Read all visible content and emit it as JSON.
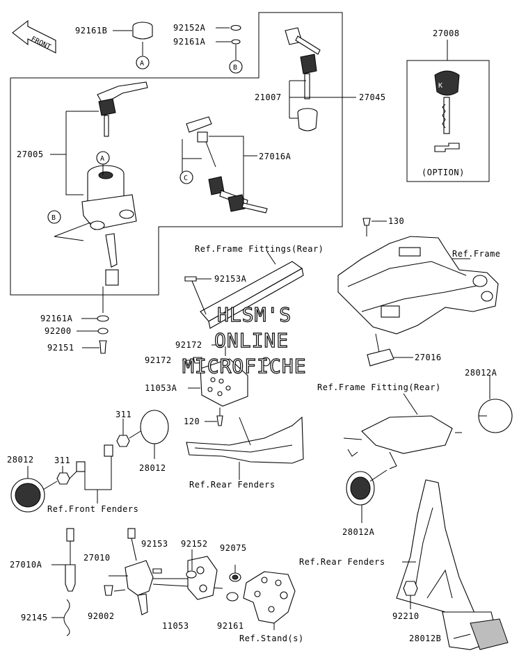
{
  "watermark": {
    "line1": "HLSM'S",
    "line2": "ONLINE",
    "line3": "MICROFICHE"
  },
  "front_arrow": "FRONT",
  "option_label": "(OPTION)",
  "callouts": {
    "a": "A",
    "b": "B",
    "c": "C"
  },
  "labels": {
    "p92161B": "92161B",
    "p92152A": "92152A",
    "p92161A_top": "92161A",
    "p27008": "27008",
    "p21007": "21007",
    "p27045": "27045",
    "p27005": "27005",
    "p27016A": "27016A",
    "p130": "130",
    "ref_frame": "Ref.Frame",
    "ref_frame_fittings_rear": "Ref.Frame Fittings(Rear)",
    "p92153A": "92153A",
    "p92161A_bot": "92161A",
    "p92200": "92200",
    "p92151": "92151",
    "p92172_a": "92172",
    "p92172_b": "92172",
    "p11053A": "11053A",
    "p27016": "27016",
    "ref_frame_fitting_rear": "Ref.Frame Fitting(Rear)",
    "p28012A_top": "28012A",
    "p120": "120",
    "p311_a": "311",
    "p311_b": "311",
    "p28012_left": "28012",
    "p28012_mid": "28012",
    "ref_rear_fenders_1": "Ref.Rear Fenders",
    "ref_front_fenders": "Ref.Front Fenders",
    "p28012A_bot": "28012A",
    "p27010A": "27010A",
    "p27010": "27010",
    "p92153": "92153",
    "p92152": "92152",
    "p92075": "92075",
    "ref_rear_fenders_2": "Ref.Rear Fenders",
    "p92145": "92145",
    "p92002": "92002",
    "p11053": "11053",
    "p92161": "92161",
    "ref_stands": "Ref.Stand(s)",
    "p92210": "92210",
    "p28012B": "28012B"
  }
}
